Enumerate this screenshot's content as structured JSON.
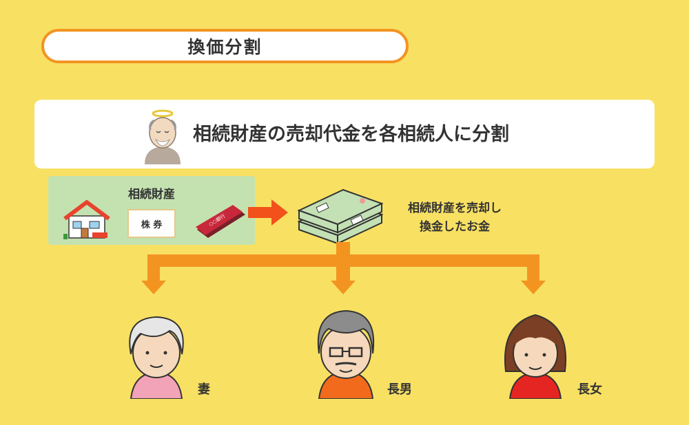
{
  "title": "換価分割",
  "banner": {
    "text": "相続財産の売却代金を各相続人に分割"
  },
  "assets": {
    "label": "相続財産",
    "stock_label": "株 券",
    "bankbook_label": "○○銀行"
  },
  "money": {
    "line1": "相続財産を売却し",
    "line2": "換金したお金"
  },
  "heirs": [
    {
      "label": "妻"
    },
    {
      "label": "長男"
    },
    {
      "label": "長女"
    }
  ],
  "colors": {
    "background": "#F8E063",
    "accent": "#F39421",
    "assets_bg": "#C4E2B0",
    "arrow_red": "#F2511B"
  }
}
